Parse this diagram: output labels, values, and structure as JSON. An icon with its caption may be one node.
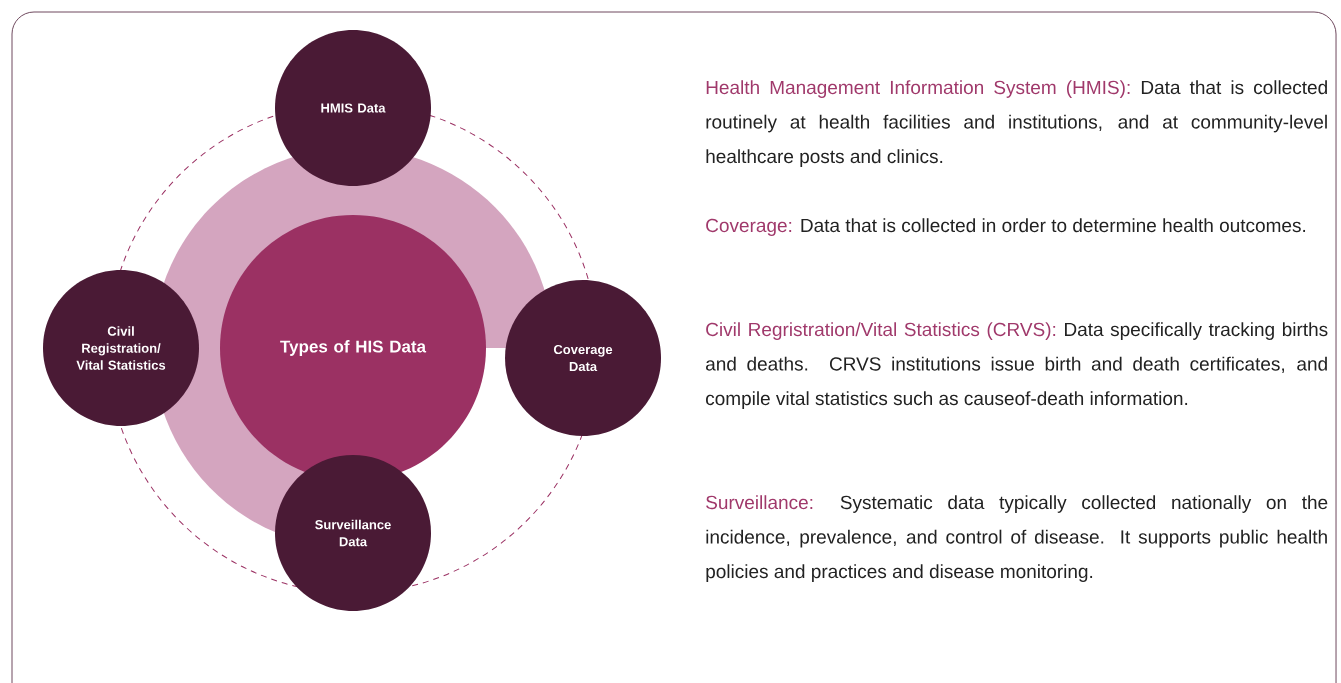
{
  "diagram": {
    "nodes": [
      {
        "text": [
          "Types of HIS Data"
        ]
      },
      {
        "text": [
          "HMIS Data"
        ]
      },
      {
        "text": [
          "Civil Registration/ Vital Statistics"
        ]
      },
      {
        "text": [
          "Coverage Data"
        ]
      },
      {
        "text": [
          "Surveillance Data"
        ]
      }
    ],
    "labels": [
      "Health Management Information System (HMIS):",
      "Data that is collected routinely at health facilities and institutions, and at community-level healthcare posts and clinics.",
      "Coverage:",
      "Data that is collected in order to determine health outcomes.",
      "Civil Regristration/Vital Statistics (CRVS):",
      "Data specifically tracking births and deaths. CRVS institutions issue birth and death certificates, and compile vital statistics such as causeof-death information.",
      "Surveillance:",
      "Systematic data typically collected nationally on the incidence, prevalence, and control of disease. It supports public health policies and practices and disease monitoring."
    ]
  }
}
